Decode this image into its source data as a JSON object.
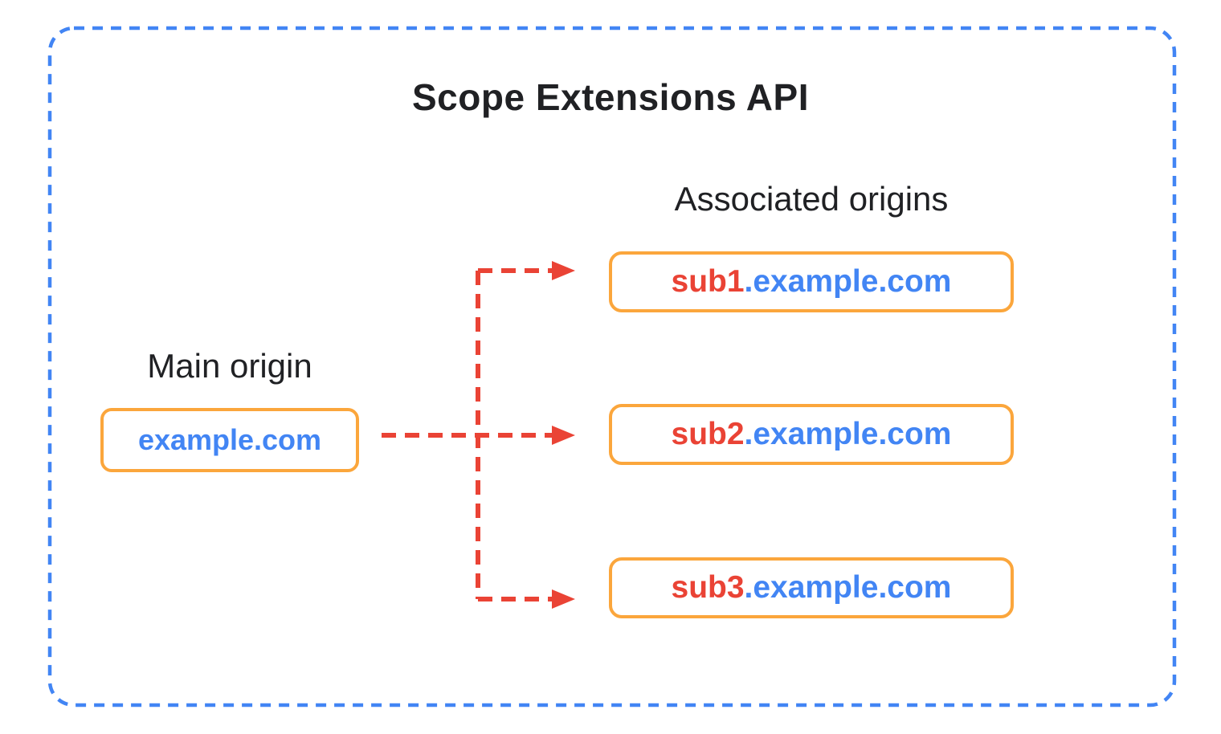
{
  "title": "Scope Extensions API",
  "main_origin": {
    "label": "Main origin",
    "domain": "example.com"
  },
  "associated_origins": {
    "label": "Associated origins",
    "boxes": [
      {
        "prefix": "sub1",
        "suffix": ".example.com"
      },
      {
        "prefix": "sub2",
        "suffix": ".example.com"
      },
      {
        "prefix": "sub3",
        "suffix": ".example.com"
      }
    ]
  },
  "colors": {
    "outer_border_blue": "#4285F4",
    "box_border_orange": "#FBA63C",
    "arrow_red": "#EA4335",
    "domain_blue": "#4285F4",
    "domain_prefix_red": "#EA4335",
    "heading_black": "#202124"
  }
}
